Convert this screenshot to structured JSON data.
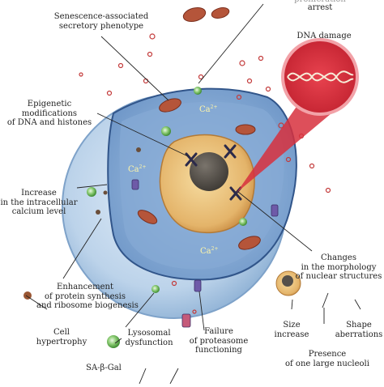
{
  "labels": {
    "senescence": [
      "Senescence-associated",
      "secretory phenotype"
    ],
    "arrest_top": "proliferation",
    "arrest": "arrest",
    "dna_damage": "DNA damage",
    "epigenetic": [
      "Epigenetic",
      "modifications",
      "of DNA and histones"
    ],
    "calcium": [
      "Increase",
      "in the intracellular",
      "calcium level"
    ],
    "protein": [
      "Enhancement",
      "of protein synthesis",
      "and ribosome biogenesis"
    ],
    "hypertrophy": [
      "Cell",
      "hypertrophy"
    ],
    "lysosomal": [
      "Lysosomal",
      "dysfunction"
    ],
    "sa_gal": "SA-β-Gal",
    "proteasome": [
      "Failure",
      "of proteasome",
      "functioning"
    ],
    "nuclear": [
      "Changes",
      "in the morphology",
      "of nuclear structures"
    ],
    "size": [
      "Size",
      "increase"
    ],
    "shape": [
      "Shape",
      "aberrations"
    ],
    "nucleoli": [
      "Presence",
      "of one large nucleoli"
    ],
    "ca_ion": "Ca",
    "ca_charge": "2+"
  },
  "colors": {
    "cell_outer": "#bcd3ea",
    "cytoplasm": "#8fb4d8",
    "section_dark": "#4d74a6",
    "nucleus": "#e8c07a",
    "nucleolus": "#55504a",
    "mitochondria": "#b5553a",
    "dna_zoom": "#d7303d",
    "vesicle": "#c33a3a",
    "lysosome": "#5fae4e"
  },
  "icons": [
    "chromosome-icon",
    "mitochondrion-icon",
    "lysosome-icon",
    "proteasome-icon",
    "ribosome-icon",
    "dna-helix-icon"
  ]
}
